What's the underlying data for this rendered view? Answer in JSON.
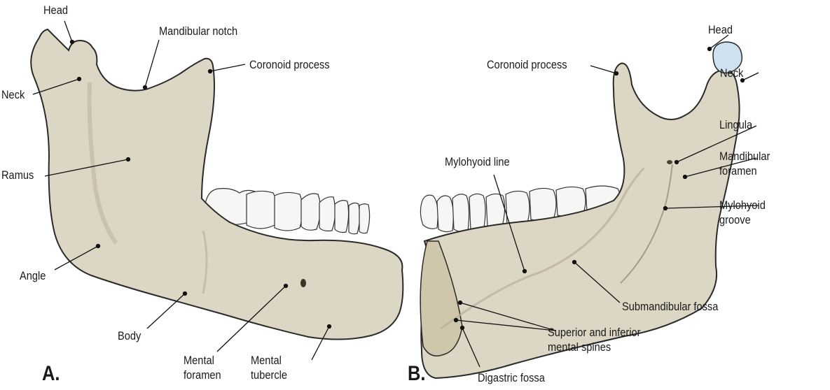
{
  "figure": {
    "panels": [
      {
        "id": "A",
        "label": "A.",
        "view": "lateral",
        "labels": {
          "head": "Head",
          "mandibular_notch": "Mandibular notch",
          "coronoid_process": "Coronoid process",
          "neck": "Neck",
          "ramus": "Ramus",
          "angle": "Angle",
          "body": "Body",
          "mental_foramen_1": "Mental",
          "mental_foramen_2": "foramen",
          "mental_tubercle_1": "Mental",
          "mental_tubercle_2": "tubercle"
        }
      },
      {
        "id": "B",
        "label": "B.",
        "view": "medial",
        "labels": {
          "coronoid_process": "Coronoid process",
          "head": "Head",
          "neck": "Neck",
          "lingula": "Lingula",
          "mandibular_foramen_1": "Mandibular",
          "mandibular_foramen_2": "foramen",
          "mylohyoid_line": "Mylohyoid line",
          "mylohyoid_groove_1": "Mylohyoid",
          "mylohyoid_groove_2": "groove",
          "submandibular_fossa": "Submandibular fossa",
          "mental_spines_1": "Superior and inferior",
          "mental_spines_2": "mental spines",
          "digastric_fossa": "Digastric fossa"
        }
      }
    ],
    "colors": {
      "bone": "#dcd6c4",
      "bone_shadow": "#b9ad97",
      "teeth": "#f6f6f4",
      "cartilage": "#cfe0ee",
      "outline": "#2a2a2a"
    }
  }
}
